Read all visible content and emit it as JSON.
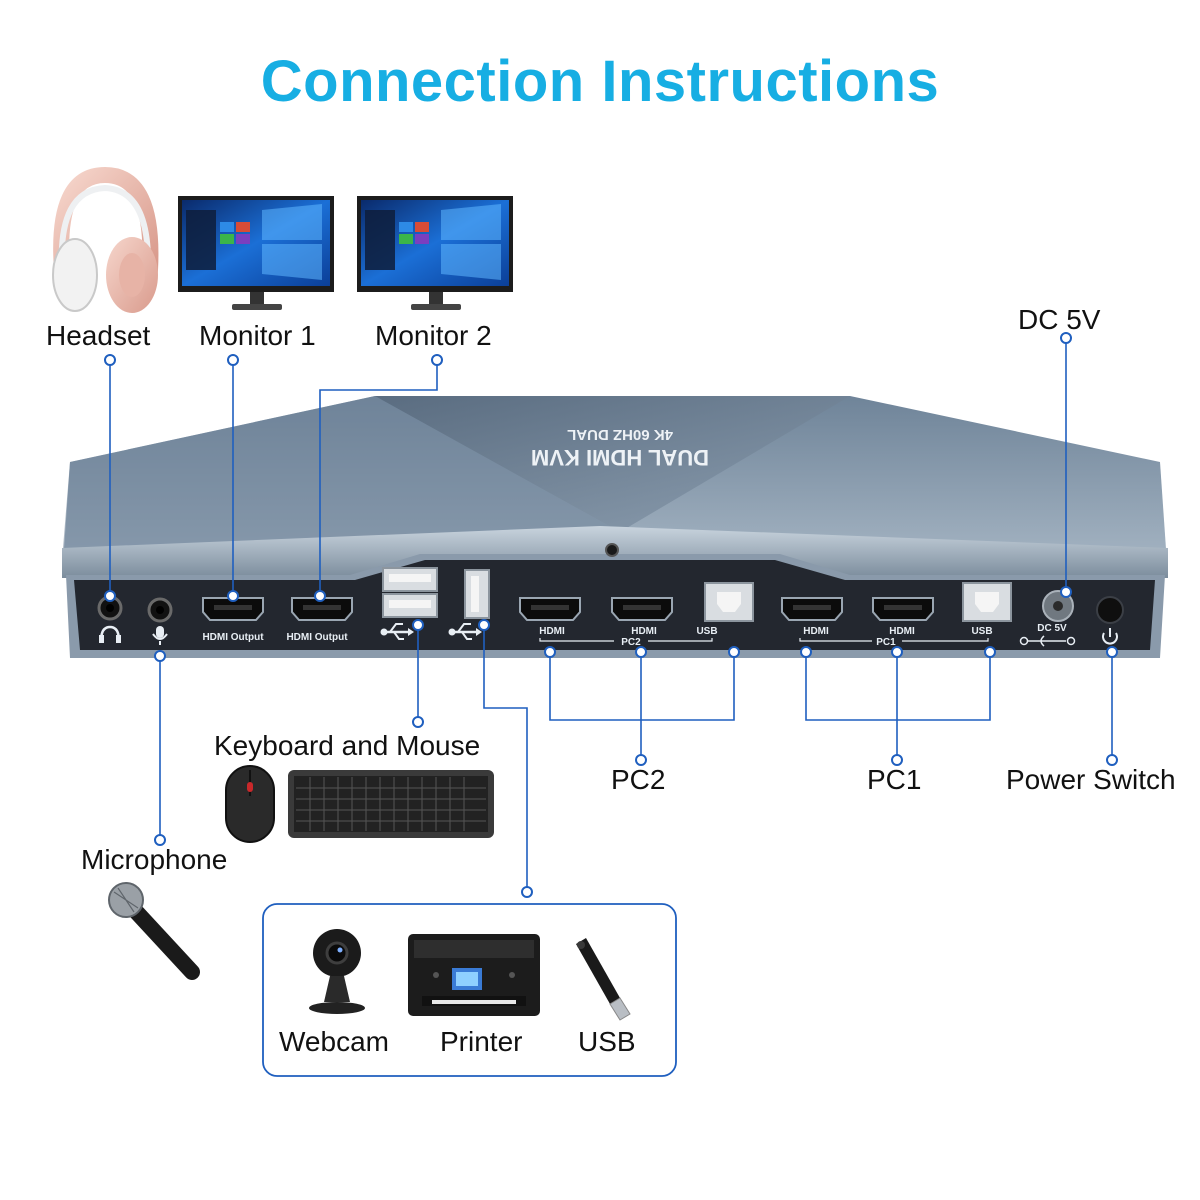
{
  "title": "Connection Instructions",
  "device": {
    "name": "DUAL HDMI KVM",
    "spec": "4K 60HZ DUAL",
    "ports": {
      "hdmi_output_1": "HDMI Output",
      "hdmi_output_2": "HDMI Output",
      "pc2_hdmi_1": "HDMI",
      "pc2_hdmi_2": "HDMI",
      "pc2_usb": "USB",
      "pc2_group": "PC2",
      "pc1_hdmi_1": "HDMI",
      "pc1_hdmi_2": "HDMI",
      "pc1_usb": "USB",
      "pc1_group": "PC1",
      "dc": "DC 5V"
    }
  },
  "labels": {
    "headset": "Headset",
    "monitor1": "Monitor 1",
    "monitor2": "Monitor 2",
    "dc5v": "DC 5V",
    "keyboard_mouse": "Keyboard and Mouse",
    "pc2": "PC2",
    "pc1": "PC1",
    "power_switch": "Power Switch",
    "microphone": "Microphone",
    "webcam": "Webcam",
    "printer": "Printer",
    "usb": "USB"
  },
  "colors": {
    "title": "#17aee3",
    "connector_line": "#1f5fbf",
    "device_body": "#7f93a8",
    "device_panel": "#222630"
  },
  "icons": [
    "headphone-icon",
    "microphone-icon",
    "usb-icon",
    "power-icon"
  ]
}
